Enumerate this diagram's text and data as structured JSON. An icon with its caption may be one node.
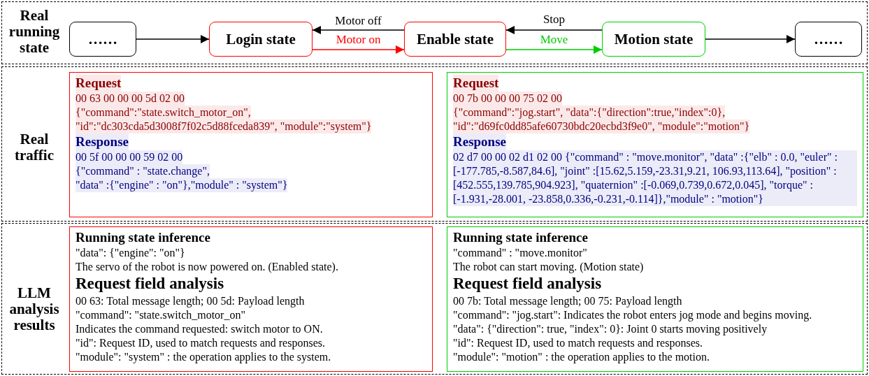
{
  "diagram": {
    "nodes": [
      {
        "text": [
          "Real running state"
        ]
      },
      {
        "text": [
          "……"
        ],
        "in": 0
      },
      {
        "text": [
          "Login state"
        ],
        "in": 0
      },
      {
        "text": [
          "Enable state"
        ],
        "in": 0
      },
      {
        "text": [
          "Motion state"
        ],
        "in": 0
      },
      {
        "text": [
          "……"
        ],
        "in": 0
      },
      {
        "text": [
          "Real traffic"
        ]
      },
      {
        "text": [
          "Request",
          "00 63 00 00 00 5d 02 00",
          "{\"command\":\"state.switch_motor_on\",",
          "\"id\":\"dc303cda5d3008f7f02c5d88fceda839\", \"module\":\"system\"}",
          "Response",
          "00 5f 00 00 00 59 02 00",
          "{\"command\" : \"state.change\",",
          "\"data\" :{\"engine\" : \"on\"},\"module\" : \"system\"}"
        ],
        "in": 6
      },
      {
        "text": [
          "Request",
          "00 7b 00 00 00 75 02 00",
          "{\"command\":\"jog.start\", \"data\":{\"direction\":true,\"index\":0},",
          "\"id\":\"d69fc0dd85afe60730bdc20ecbd3f9e0\", \"module\":\"motion\"}",
          "Response",
          "02 d7 00 00 02 d1 02 00 {\"command\" : \"move.monitor\", \"data\" :{\"elb\" : 0.0, \"euler\" :[-177.785,-8.587,84.6], \"joint\" :[15.62,5.159,-23.31,9.21, 106.93,113.64], \"position\" :[452.555,139.785,904.923], \"quaternion\" :[-0.069,0.739,0.672,0.045], \"torque\" :[-1.931,-28.001, -23.858,0.336,-0.231,-0.114]},\"module\" : \"motion\"}"
        ],
        "in": 6
      },
      {
        "text": [
          "LLM analysis results"
        ]
      },
      {
        "text": [
          "Running state inference",
          "\"data\": {\"engine\": \"on\"}",
          "The servo of the robot is now powered on. (Enabled state).",
          "Request field analysis",
          "00 63: Total message length; 00 5d: Payload length",
          "\"command\": \"state.switch_motor_on\"",
          "Indicates the command requested: switch motor to ON.",
          "\"id\": Request ID, used to match requests and responses.",
          "\"module\": \"system\" : the operation applies to the system."
        ],
        "in": 9
      },
      {
        "text": [
          "Running state inference",
          "\"command\" : \"move.monitor\"",
          "The robot can start moving. (Motion state)",
          "Request field analysis",
          "00 7b: Total message length; 00 75: Payload length",
          "\"command\": \"jog.start\": Indicates the robot enters jog mode and begins moving.",
          "\"data\": {\"direction\": true, \"index\": 0}:  Joint 0 starts moving positively",
          "\"id\": Request ID, used to match requests and responses.",
          "\"module\": \"motion\" : the operation applies to the motion."
        ],
        "in": 9
      }
    ],
    "edges": [
      {
        "from": 1,
        "to": 2,
        "arrow": "to"
      },
      {
        "from": 3,
        "to": 2,
        "arrow": "to",
        "label": "Motor off"
      },
      {
        "from": 2,
        "to": 3,
        "arrow": "to",
        "label": "Motor on",
        "color": "#ff0000"
      },
      {
        "from": 4,
        "to": 3,
        "arrow": "to",
        "label": "Stop"
      },
      {
        "from": 3,
        "to": 4,
        "arrow": "to",
        "label": "Move",
        "color": "#00cc00"
      },
      {
        "from": 4,
        "to": 5,
        "arrow": "to"
      }
    ]
  }
}
